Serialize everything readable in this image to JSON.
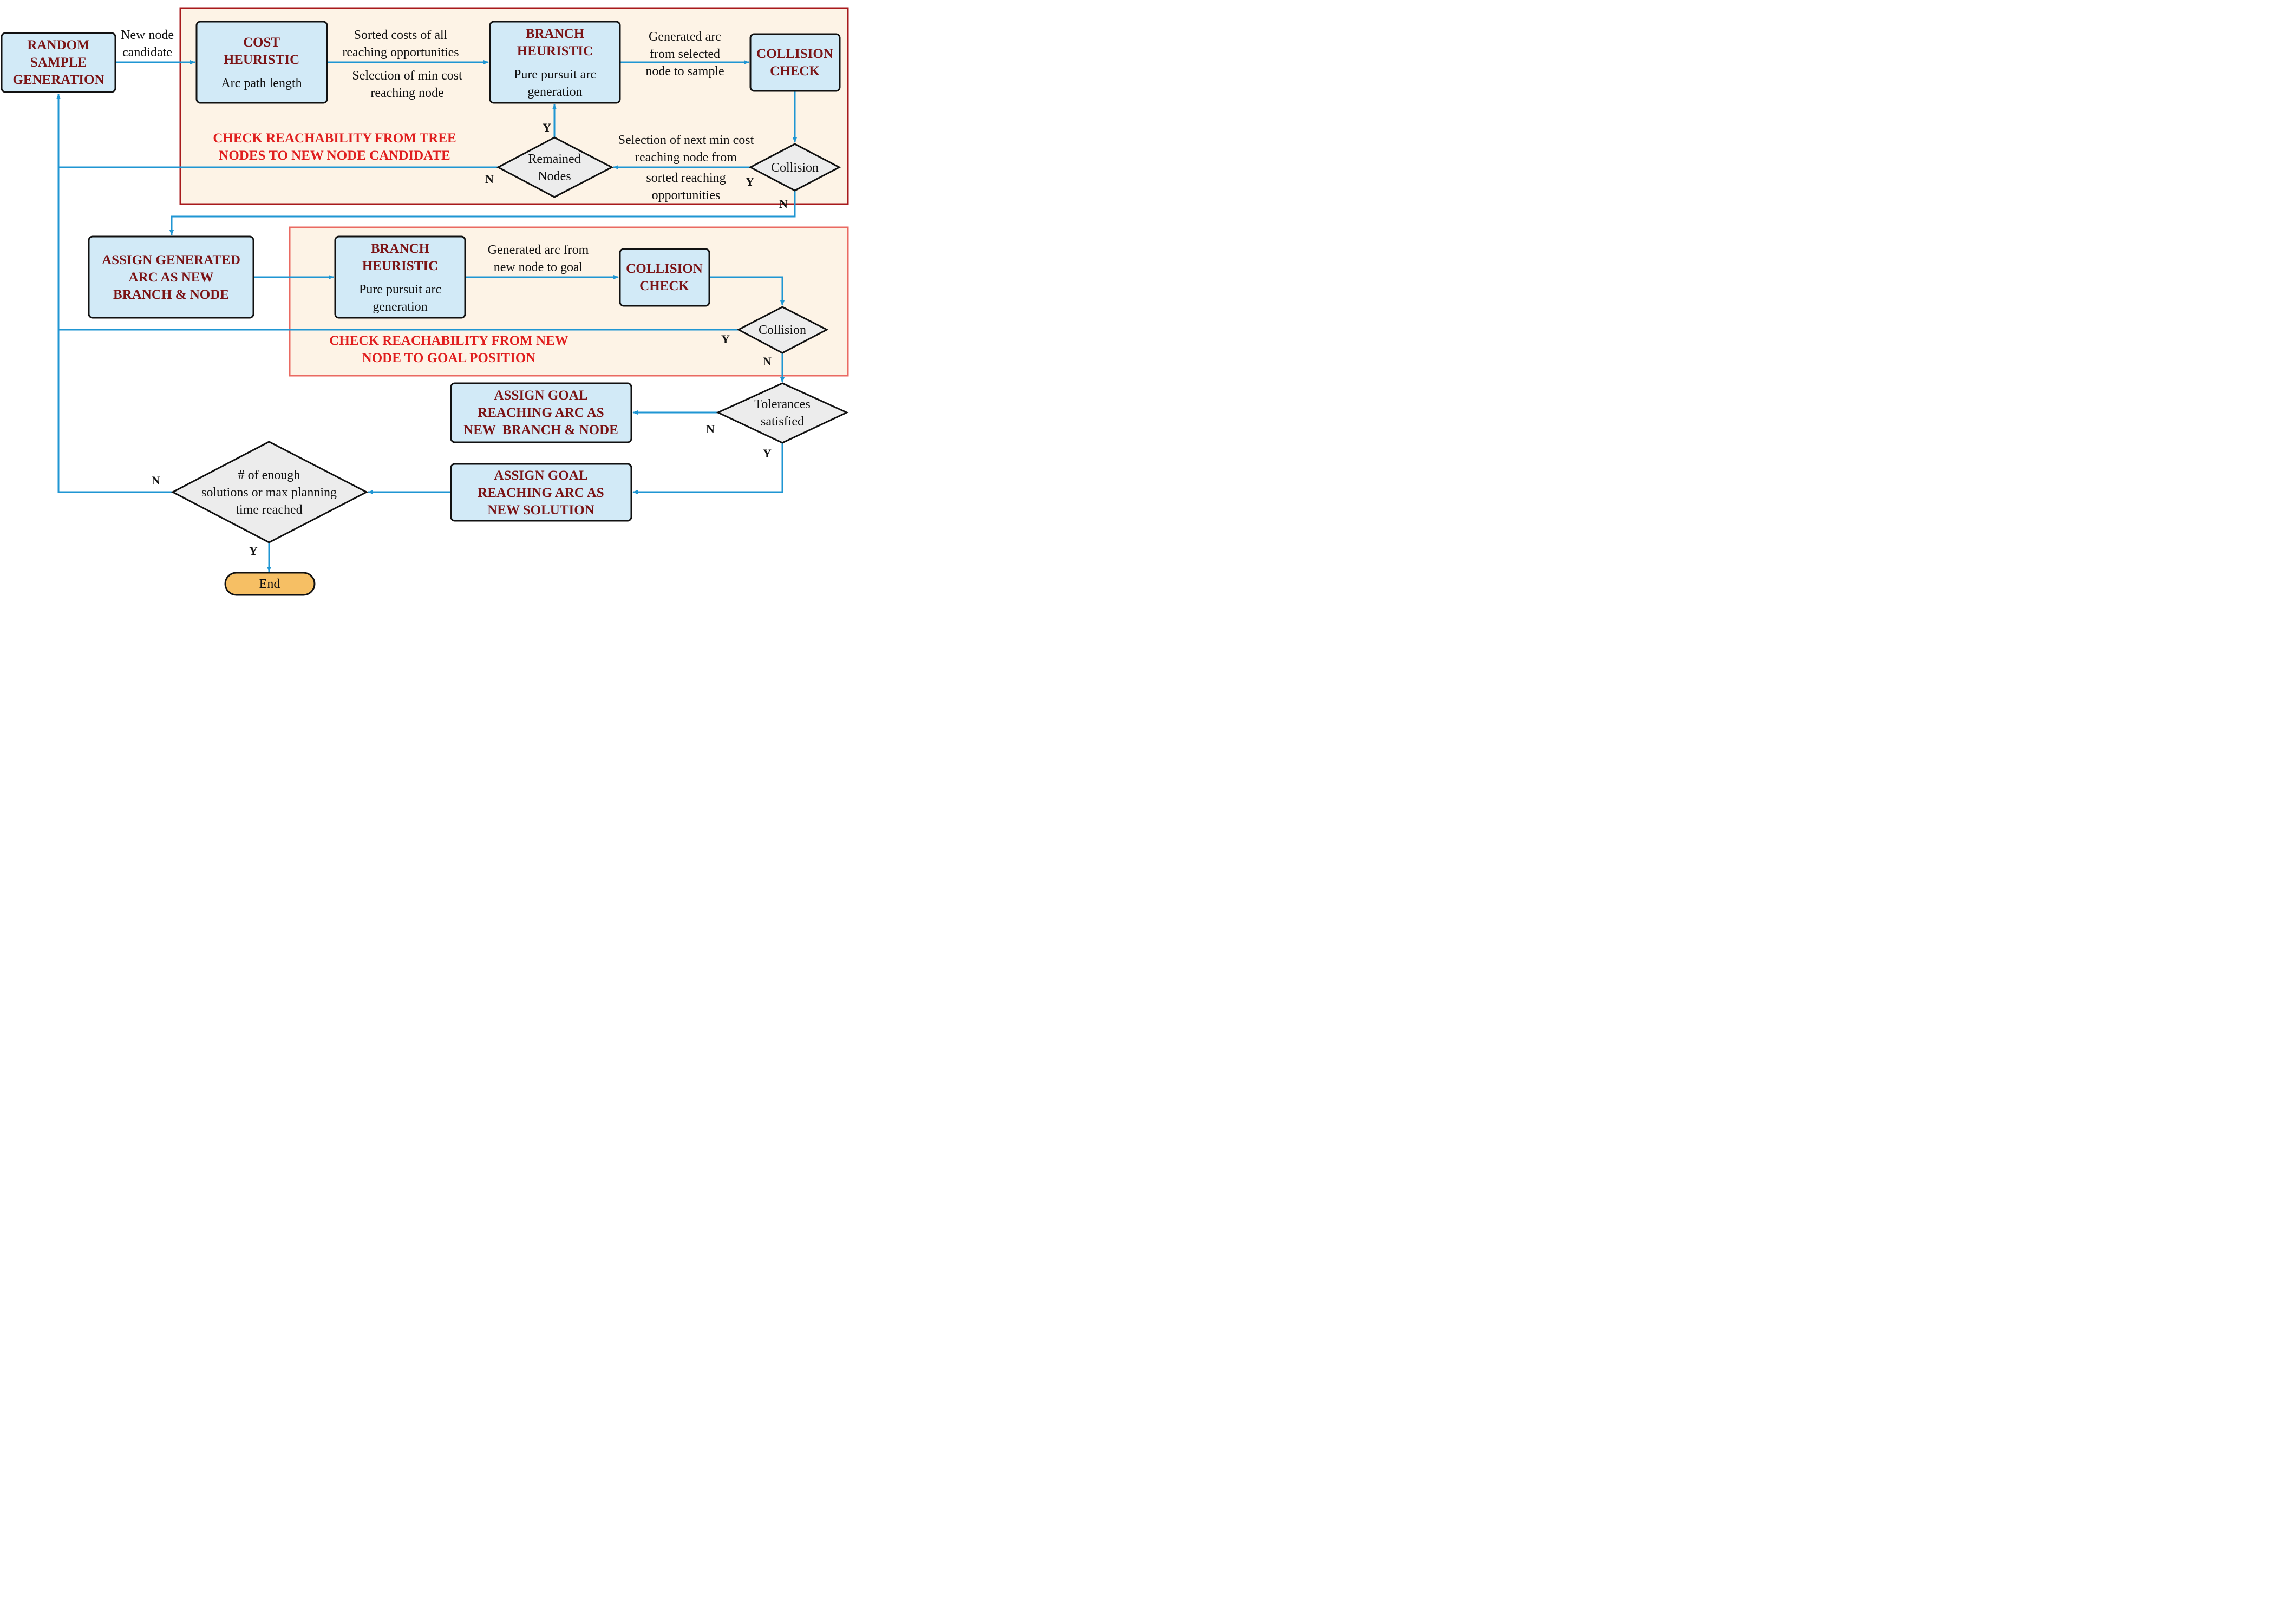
{
  "colors": {
    "box_fill": "#d2eaf7",
    "box_title": "#7b1416",
    "region_fill": "#fdf3e6",
    "region1_border": "#a81a1c",
    "region2_border": "#ea6a62",
    "region_title": "#e01e1e",
    "arrow": "#1f96d3",
    "decision_fill": "#ececec",
    "end_fill": "#f6bf64"
  },
  "region_reach_tree": {
    "title_line1": "CHECK REACHABILITY FROM TREE",
    "title_line2": "NODES TO NEW NODE CANDIDATE"
  },
  "region_reach_goal": {
    "title_line1": "CHECK REACHABILITY FROM NEW",
    "title_line2": "NODE TO GOAL POSITION"
  },
  "boxes": {
    "random_sample": {
      "line1": "RANDOM",
      "line2": "SAMPLE",
      "line3": "GENERATION"
    },
    "cost_heuristic": {
      "title1": "COST",
      "title2": "HEURISTIC",
      "sub1": "Arc path length"
    },
    "branch_heuristic_1": {
      "title1": "BRANCH",
      "title2": "HEURISTIC",
      "sub1": "Pure pursuit arc",
      "sub2": "generation"
    },
    "collision_check_1": {
      "title1": "COLLISION",
      "title2": "CHECK"
    },
    "assign_branch": {
      "line1": "ASSIGN GENERATED",
      "line2": "ARC AS NEW",
      "line3": "BRANCH & NODE"
    },
    "branch_heuristic_2": {
      "title1": "BRANCH",
      "title2": "HEURISTIC",
      "sub1": "Pure pursuit arc",
      "sub2": "generation"
    },
    "collision_check_2": {
      "title1": "COLLISION",
      "title2": "CHECK"
    },
    "assign_goal_branch": {
      "line1": "ASSIGN GOAL",
      "line2": "REACHING ARC AS",
      "line3": "NEW  BRANCH & NODE"
    },
    "assign_goal_solution": {
      "line1": "ASSIGN GOAL",
      "line2": "REACHING ARC AS",
      "line3": "NEW SOLUTION"
    },
    "end": {
      "label": "End"
    }
  },
  "decisions": {
    "remained_nodes": {
      "line1": "Remained",
      "line2": "Nodes"
    },
    "collision_1": {
      "line1": "Collision"
    },
    "collision_2": {
      "line1": "Collision"
    },
    "tolerances": {
      "line1": "Tolerances",
      "line2": "satisfied"
    },
    "enough_solutions": {
      "line1": "# of enough",
      "line2": "solutions or max planning",
      "line3": "time reached"
    }
  },
  "edge_labels": {
    "new_node_candidate": {
      "line1": "New node",
      "line2": "candidate"
    },
    "sorted_costs": {
      "line1": "Sorted costs of all",
      "line2": "reaching opportunities"
    },
    "selection_min_cost": {
      "line1": "Selection of min cost",
      "line2": "reaching node"
    },
    "generated_arc_sample": {
      "line1": "Generated arc",
      "line2": "from selected",
      "line3": "node to sample"
    },
    "selection_next_min": {
      "line1": "Selection of next min cost",
      "line2": "reaching node from",
      "line3": "sorted reaching",
      "line4": "opportunities"
    },
    "generated_arc_goal": {
      "line1": "Generated arc from",
      "line2": "new node to goal"
    }
  },
  "branch_labels": {
    "remained_y": "Y",
    "remained_n": "N",
    "collision1_y": "Y",
    "collision1_n": "N",
    "collision2_y": "Y",
    "collision2_n": "N",
    "tolerances_n": "N",
    "tolerances_y": "Y",
    "enough_n": "N",
    "enough_y": "Y"
  }
}
